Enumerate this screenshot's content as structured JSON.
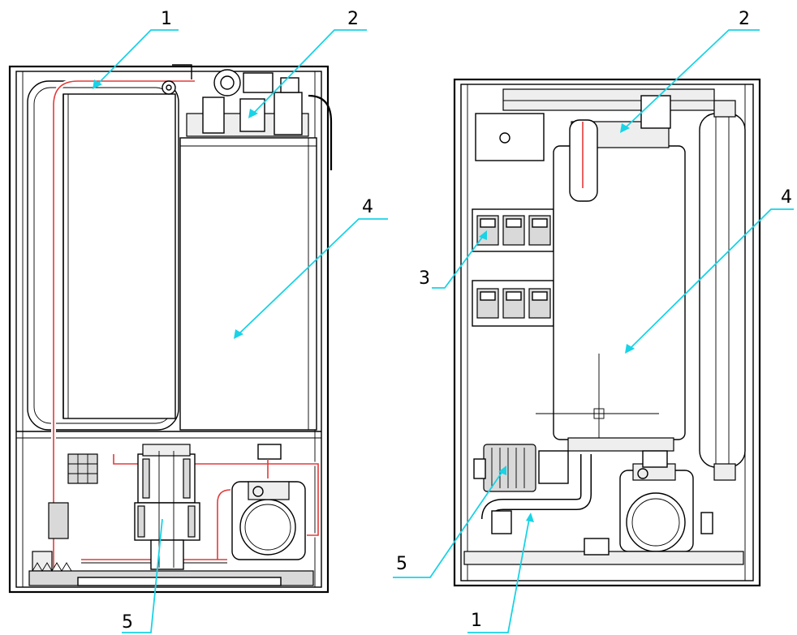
{
  "left_view": {
    "labels": [
      {
        "id": "1",
        "text": "1"
      },
      {
        "id": "2",
        "text": "2"
      },
      {
        "id": "4",
        "text": "4"
      },
      {
        "id": "5",
        "text": "5"
      }
    ]
  },
  "right_view": {
    "labels": [
      {
        "id": "1",
        "text": "1"
      },
      {
        "id": "2",
        "text": "2"
      },
      {
        "id": "3",
        "text": "3"
      },
      {
        "id": "4",
        "text": "4"
      },
      {
        "id": "5",
        "text": "5"
      }
    ]
  },
  "colors": {
    "leader_lines": "#19d3e6",
    "pipe_highlight": "#e23b3b",
    "line_art": "#000000"
  }
}
